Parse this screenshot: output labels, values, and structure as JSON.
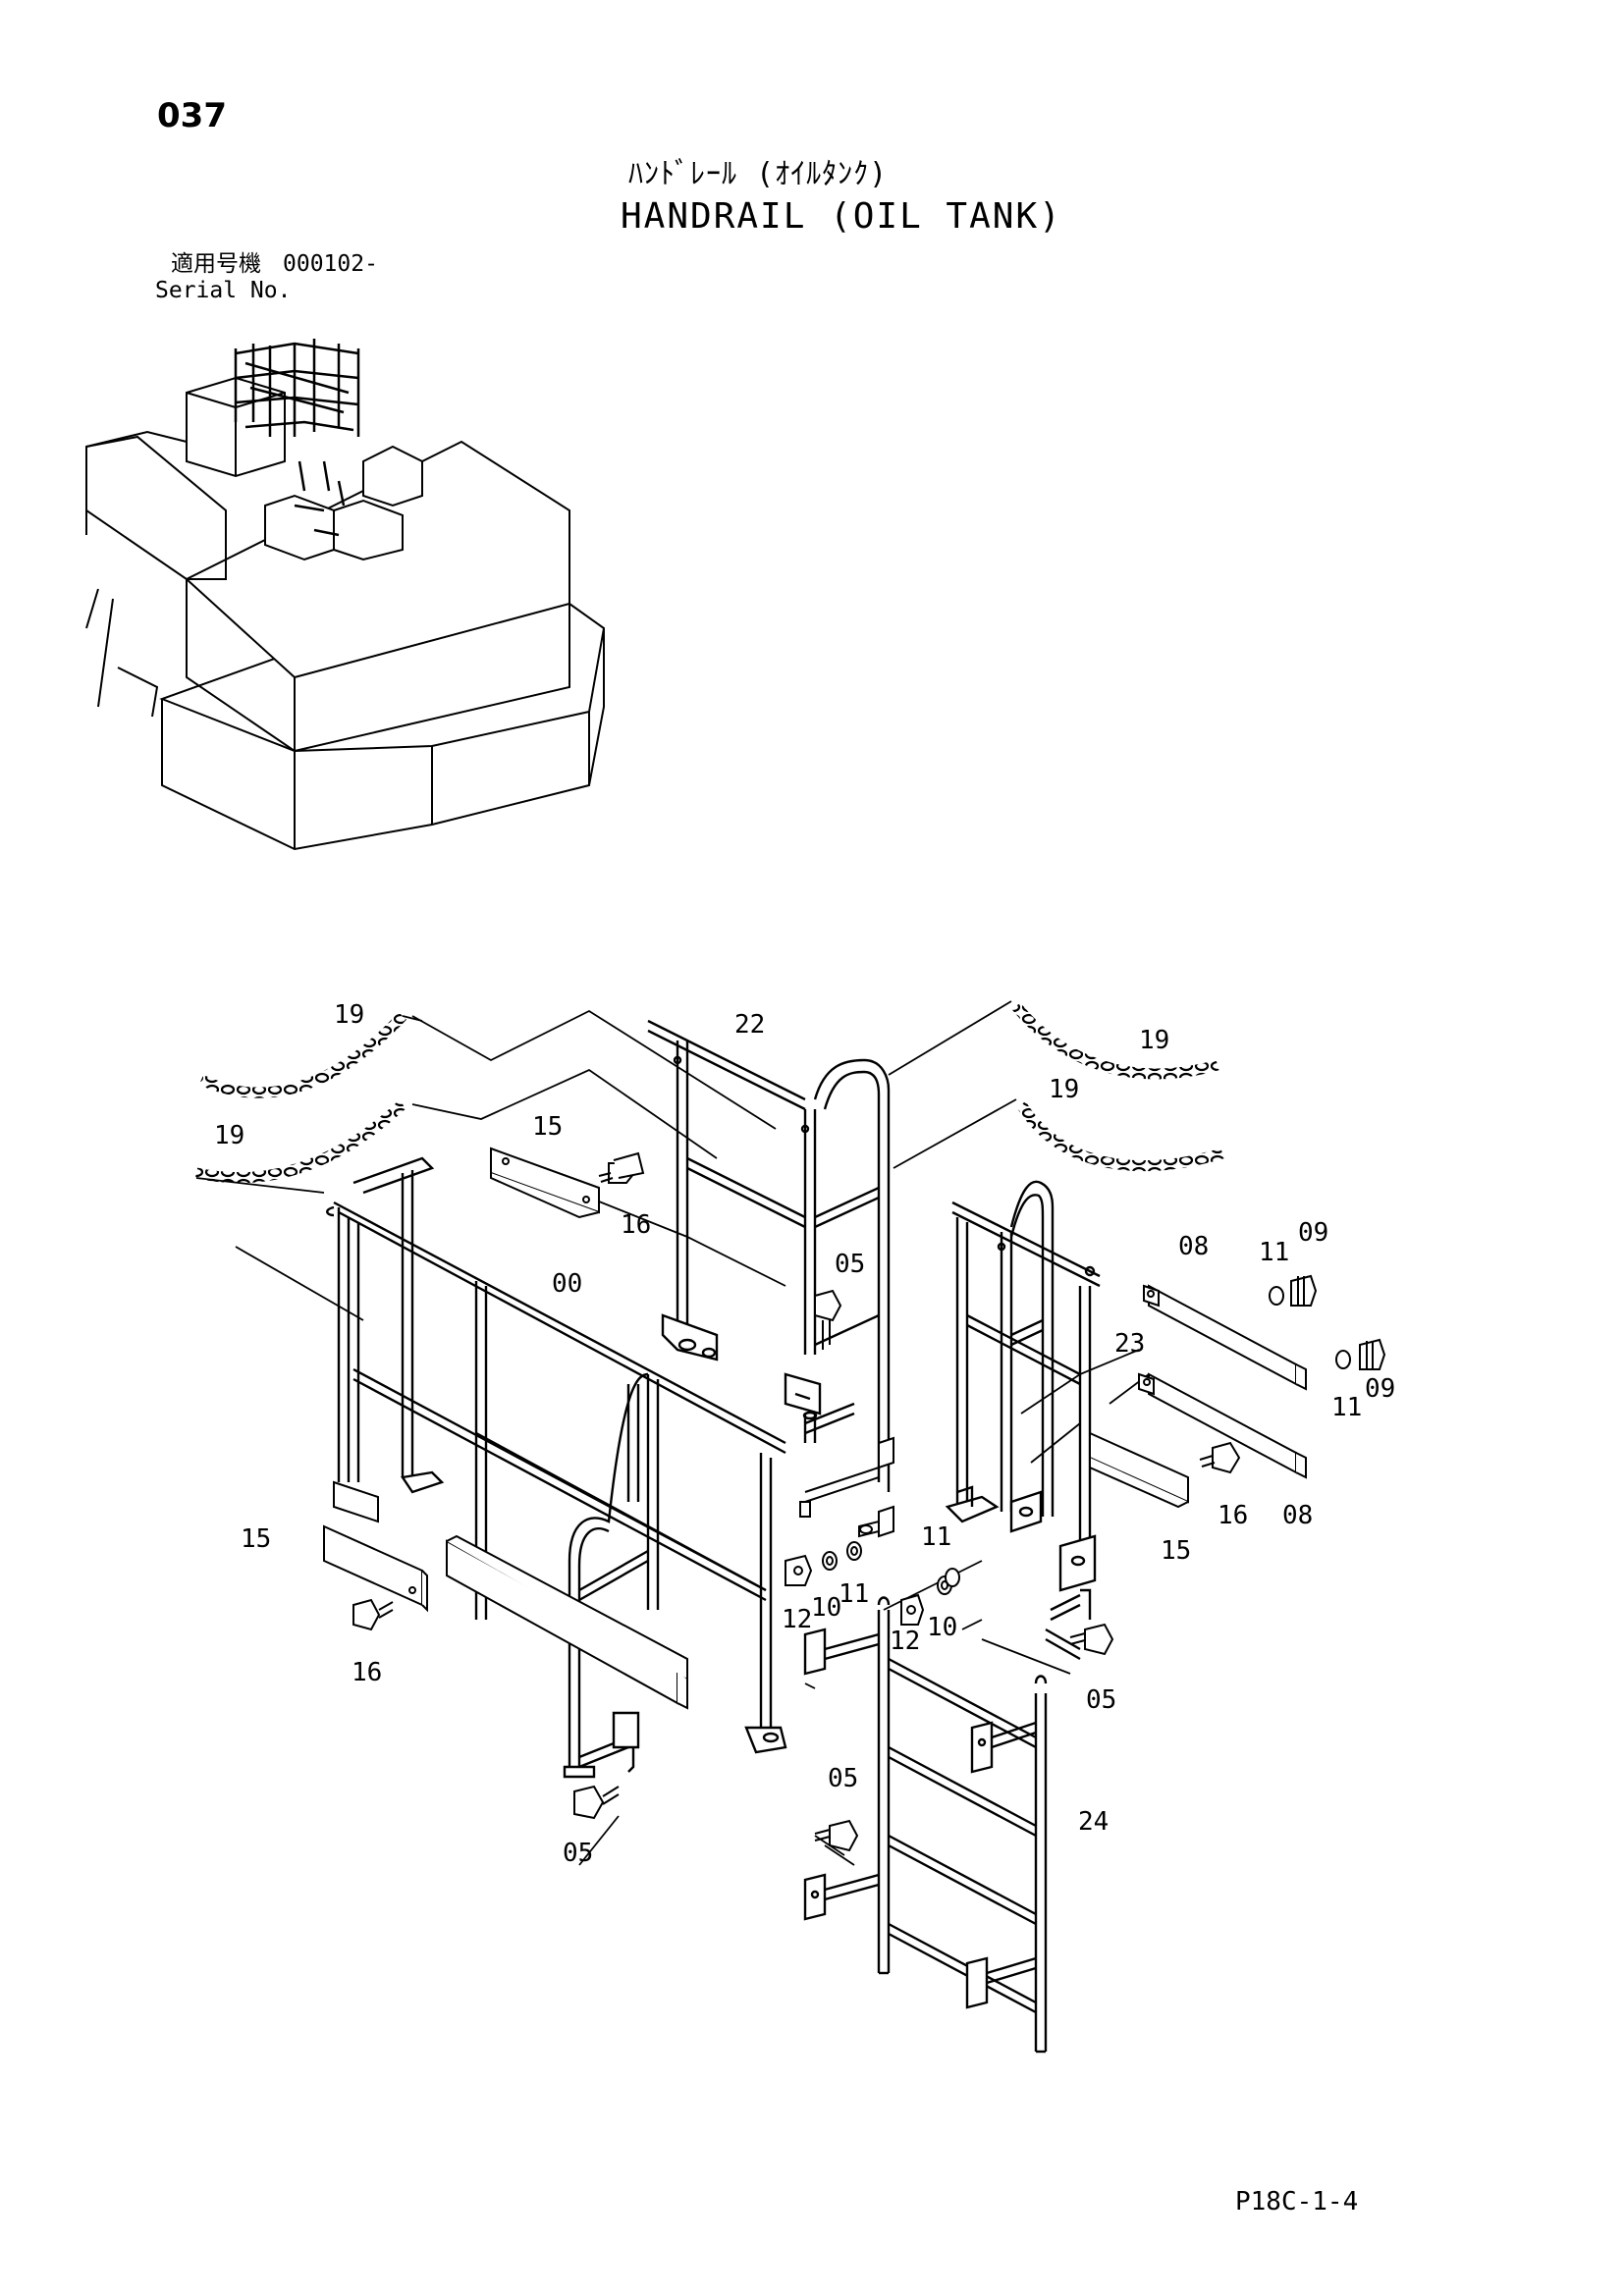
{
  "page_number": "037",
  "title_ja": "ﾊﾝﾄﾞﾚｰﾙ (ｵｲﾙﾀﾝｸ)",
  "title_en": "HANDRAIL (OIL TANK)",
  "serial": {
    "label_ja": "適用号機",
    "value": "000102-",
    "label_en": "Serial No."
  },
  "diagram_ref": "P18C-1-4",
  "callouts": [
    {
      "id": "c19a",
      "text": "19"
    },
    {
      "id": "c22",
      "text": "22"
    },
    {
      "id": "c19b",
      "text": "19"
    },
    {
      "id": "c19c",
      "text": "19"
    },
    {
      "id": "c19d",
      "text": "19"
    },
    {
      "id": "c15a",
      "text": "15"
    },
    {
      "id": "c16a",
      "text": "16"
    },
    {
      "id": "c05a",
      "text": "05"
    },
    {
      "id": "c00",
      "text": "00"
    },
    {
      "id": "c08a",
      "text": "08"
    },
    {
      "id": "c11a",
      "text": "11"
    },
    {
      "id": "c09a",
      "text": "09"
    },
    {
      "id": "c23",
      "text": "23"
    },
    {
      "id": "c11b",
      "text": "11"
    },
    {
      "id": "c09b",
      "text": "09"
    },
    {
      "id": "c16b",
      "text": "16"
    },
    {
      "id": "c08b",
      "text": "08"
    },
    {
      "id": "c15b",
      "text": "15"
    },
    {
      "id": "c15c",
      "text": "15"
    },
    {
      "id": "c11c",
      "text": "11"
    },
    {
      "id": "c11d",
      "text": "11"
    },
    {
      "id": "c12a",
      "text": "12"
    },
    {
      "id": "c10a",
      "text": "10"
    },
    {
      "id": "c12b",
      "text": "12"
    },
    {
      "id": "c10b",
      "text": "10"
    },
    {
      "id": "c16c",
      "text": "16"
    },
    {
      "id": "c05b",
      "text": "05"
    },
    {
      "id": "c05c",
      "text": "05"
    },
    {
      "id": "c05d",
      "text": "05"
    },
    {
      "id": "c24",
      "text": "24"
    }
  ]
}
